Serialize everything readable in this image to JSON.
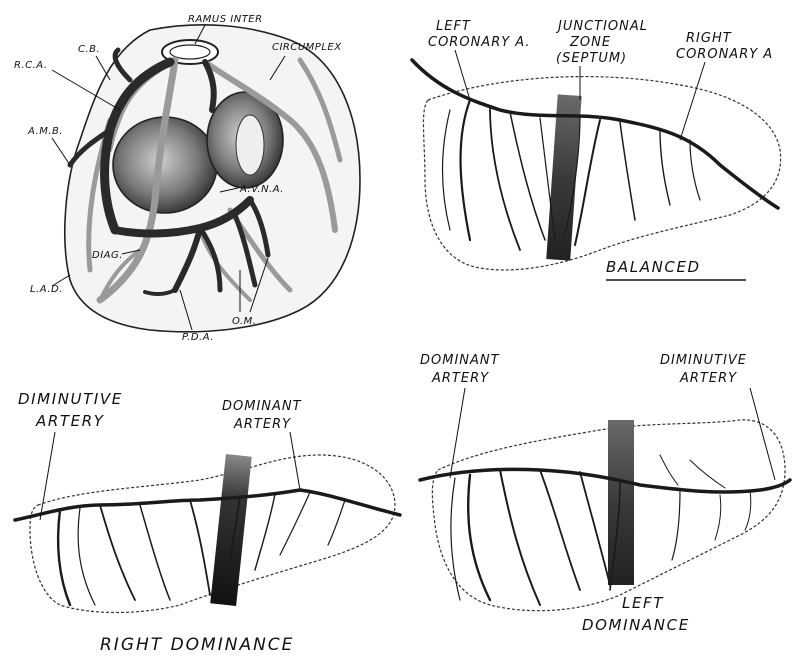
{
  "heart_panel": {
    "labels": {
      "ramus": "RAMUS INTER",
      "cb": "C.B.",
      "rca": "R.C.A.",
      "circumflex": "CIRCUMPLEX",
      "amb": "A.M.B.",
      "avna": "A.V.N.A.",
      "diag": "DIAG.",
      "lad": "L.A.D.",
      "pda": "P.D.A.",
      "om": "O.M."
    }
  },
  "balanced_panel": {
    "labels": {
      "left_line1": "LEFT",
      "left_line2": "CORONARY A.",
      "junction_line1": "JUNCTIONAL",
      "junction_line2": "ZONE",
      "junction_line3": "(SEPTUM)",
      "right_line1": "RIGHT",
      "right_line2": "CORONARY A",
      "caption": "BALANCED"
    }
  },
  "right_dominance_panel": {
    "labels": {
      "diminutive_line1": "DIMINUTIVE",
      "diminutive_line2": "ARTERY",
      "dominant_line1": "DOMINANT",
      "dominant_line2": "ARTERY",
      "caption": "RIGHT DOMINANCE"
    }
  },
  "left_dominance_panel": {
    "labels": {
      "dominant_line1": "DOMINANT",
      "dominant_line2": "ARTERY",
      "diminutive_line1": "DIMINUTIVE",
      "diminutive_line2": "ARTERY",
      "caption_line1": "LEFT",
      "caption_line2": "DOMINANCE"
    }
  },
  "colors": {
    "ink": "#111111",
    "vessel": "#2a2a2a",
    "vessel_gray": "#9a9a9a",
    "septum": "#4a4a4a"
  }
}
